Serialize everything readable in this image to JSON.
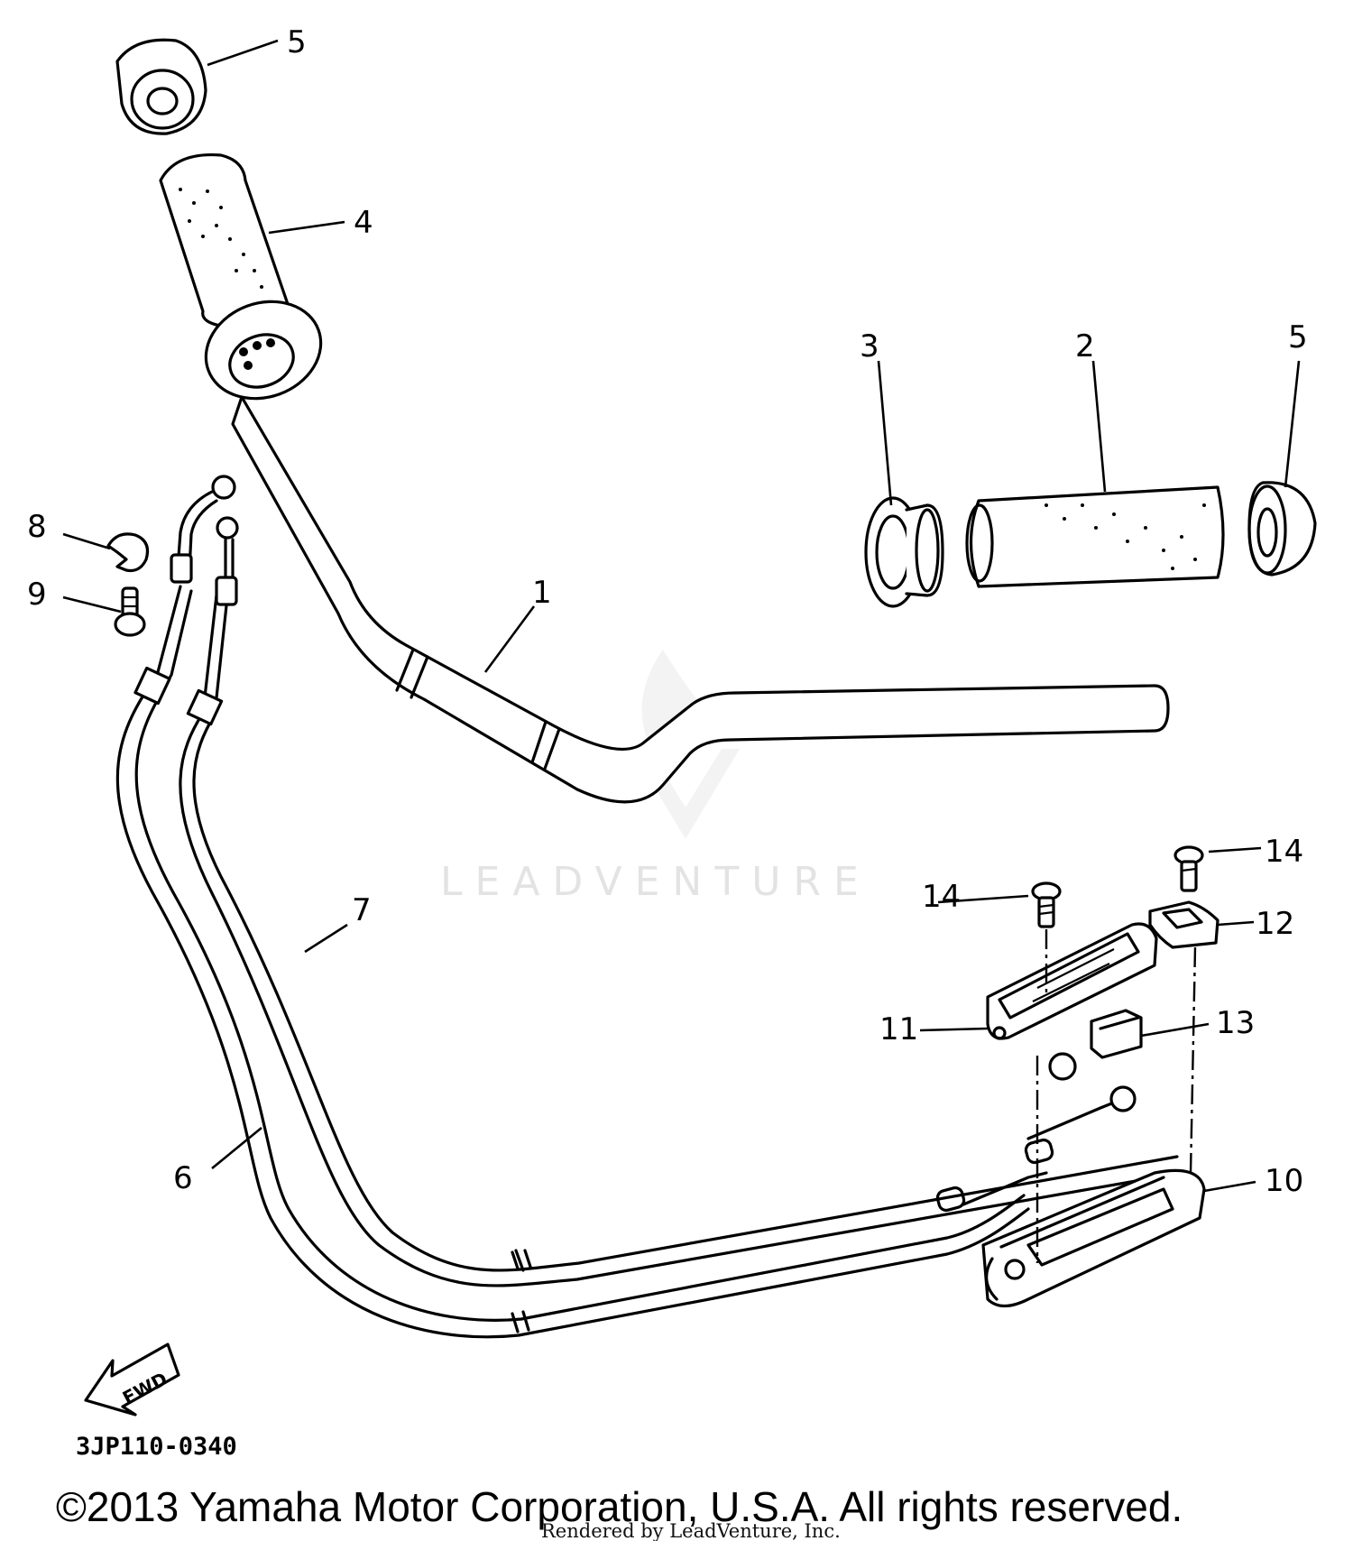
{
  "callouts": {
    "c1": "1",
    "c2": "2",
    "c3": "3",
    "c4": "4",
    "c5a": "5",
    "c5b": "5",
    "c6": "6",
    "c7": "7",
    "c8": "8",
    "c9": "9",
    "c10": "10",
    "c11": "11",
    "c12": "12",
    "c13": "13",
    "c14a": "14",
    "c14b": "14"
  },
  "diagram_code": "3JP110-0340",
  "fwd_label": "FWD",
  "watermark": "LEADVENTURE",
  "copyright": "©2013 Yamaha Motor Corporation, U.S.A. All rights reserved.",
  "rendered_by": "Rendered by LeadVenture, Inc."
}
